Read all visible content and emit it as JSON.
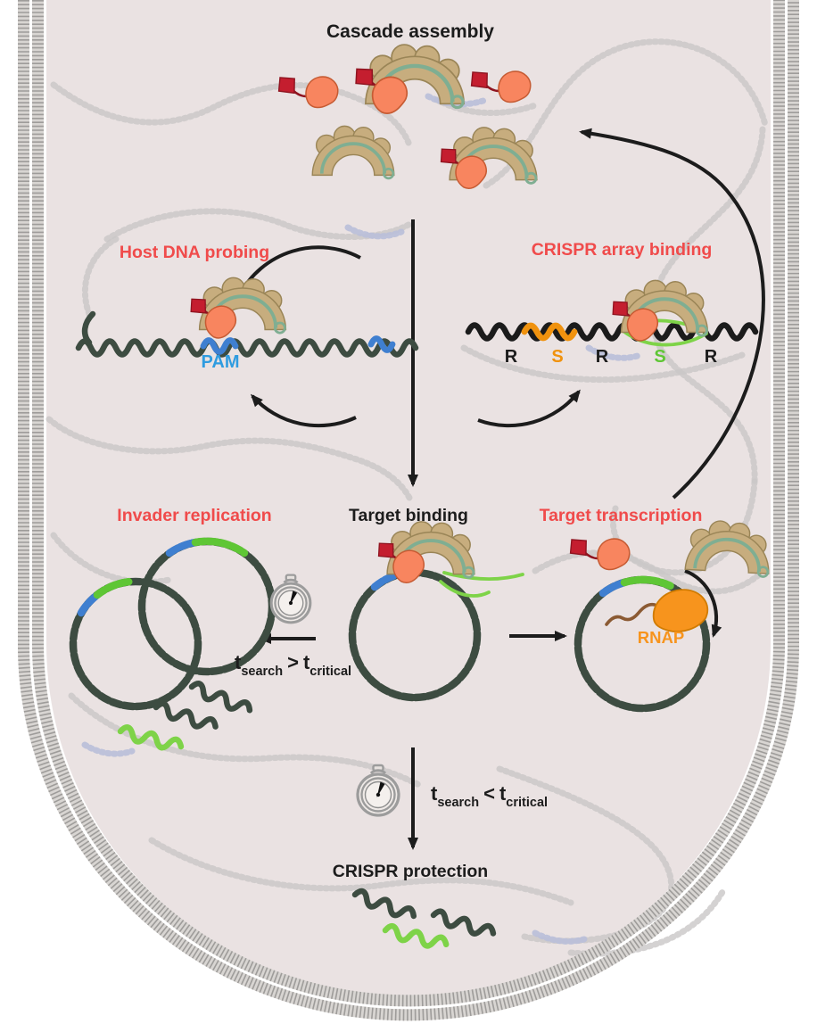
{
  "figure": {
    "title": "Cascade assembly",
    "stages": {
      "host_probing": "Host DNA probing",
      "array_binding": "CRISPR array binding",
      "target_binding": "Target binding",
      "invader_replication": "Invader replication",
      "target_transcription": "Target transcription",
      "crispr_protection": "CRISPR protection"
    },
    "labels": {
      "pam": "PAM",
      "rnap": "RNAP"
    },
    "array_letters": [
      {
        "char": "R",
        "color": "#1C1C1C"
      },
      {
        "char": "S",
        "color": "#F0920E"
      },
      {
        "char": "R",
        "color": "#1C1C1C"
      },
      {
        "char": "S",
        "color": "#5FC635"
      },
      {
        "char": "R",
        "color": "#1C1C1C"
      }
    ],
    "timing_left": {
      "t": "t",
      "sub_left": "search",
      "op": ">",
      "t2": "t",
      "sub_right": "critical"
    },
    "timing_bottom": {
      "t": "t",
      "sub_left": "search",
      "op": "<",
      "t2": "t",
      "sub_right": "critical"
    },
    "colors": {
      "stage_label_red": "#F04B4B",
      "text_black": "#1C1C1C",
      "pam_blue": "#2F9CE0",
      "spacer_orange": "#F0920E",
      "spacer_green": "#5FC635",
      "rnap_orange": "#F7941D",
      "invader_dna_green": "#3D4C41",
      "host_dna_gray": "#C9C7C7",
      "cascade_tan": "#C7AD7E",
      "cas_protein_orange": "#F8855F",
      "flag_red": "#C41E2F",
      "mrna_brown": "#8B5A33",
      "cell_fill": "#EAE2E2",
      "membrane_gray": "#9E9C9A"
    }
  }
}
